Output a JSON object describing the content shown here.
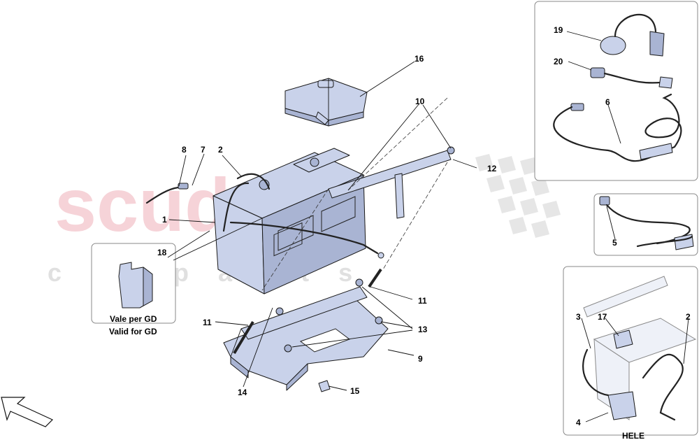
{
  "watermark": {
    "brand": "scuderia",
    "sub": "c a r p a r t s"
  },
  "callouts": {
    "c1": "1",
    "c2": "2",
    "c3": "3",
    "c4": "4",
    "c5": "5",
    "c6": "6",
    "c7": "7",
    "c8": "8",
    "c9": "9",
    "c10": "10",
    "c11a": "11",
    "c11b": "11",
    "c12": "12",
    "c13": "13",
    "c14": "14",
    "c15": "15",
    "c16": "16",
    "c17": "17",
    "c18": "18",
    "c19": "19",
    "c20": "20",
    "c2b": "2"
  },
  "notes": {
    "vale": "Vale per GD",
    "valid": "Valid for GD",
    "hele": "HELE"
  },
  "colors": {
    "part": "#c9d2ea",
    "watermark": "#f4c9cf"
  }
}
